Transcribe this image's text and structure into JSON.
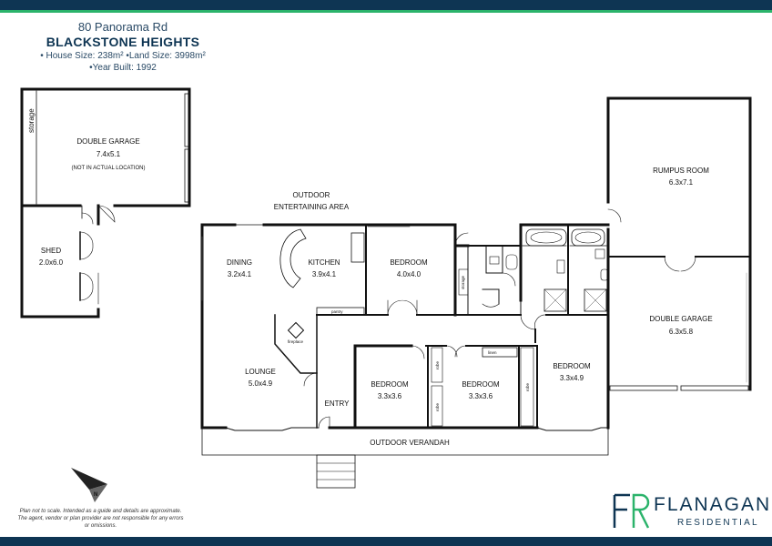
{
  "header": {
    "address": "80 Panorama Rd",
    "suburb": "BLACKSTONE HEIGHTS",
    "house_size": "• House Size: 238m²",
    "land_size": "•Land Size: 3998m²",
    "year_built": "•Year Built: 1992"
  },
  "rooms": {
    "double_garage_1": {
      "name": "DOUBLE GARAGE",
      "size": "7.4x5.1",
      "note": "(NOT IN ACTUAL LOCATION)"
    },
    "storage_left": "storage",
    "shed": {
      "name": "SHED",
      "size": "2.0x6.0"
    },
    "outdoor_entertaining": {
      "line1": "OUTDOOR",
      "line2": "ENTERTAINING AREA"
    },
    "dining": {
      "name": "DINING",
      "size": "3.2x4.1"
    },
    "kitchen": {
      "name": "KITCHEN",
      "size": "3.9x4.1"
    },
    "bedroom_top": {
      "name": "BEDROOM",
      "size": "4.0x4.0"
    },
    "storage_mid": "storage",
    "pantry": "pantry",
    "fireplace": "fireplace",
    "lounge": {
      "name": "LOUNGE",
      "size": "5.0x4.9"
    },
    "entry": "ENTRY",
    "bedroom_2": {
      "name": "BEDROOM",
      "size": "3.3x3.6"
    },
    "bedroom_3": {
      "name": "BEDROOM",
      "size": "3.3x3.6"
    },
    "robe_1": "robe",
    "robe_2": "robe",
    "robe_3": "robe",
    "linen": "linen",
    "bedroom_right": {
      "name": "BEDROOM",
      "size": "3.3x4.9"
    },
    "rumpus": {
      "name": "RUMPUS ROOM",
      "size": "6.3x7.1"
    },
    "double_garage_2": {
      "name": "DOUBLE GARAGE",
      "size": "6.3x5.8"
    },
    "verandah": "OUTDOOR VERANDAH"
  },
  "compass": "N",
  "disclaimer": "Plan not to scale. Intended as a guide and details are approximate. The agent, vendor or plan provider are not responsible for any errors or omissions.",
  "logo": {
    "name": "FLANAGAN",
    "sub": "RESIDENTIAL"
  },
  "colors": {
    "navy": "#0e3553",
    "green": "#2bb36b",
    "wall": "#111111"
  }
}
